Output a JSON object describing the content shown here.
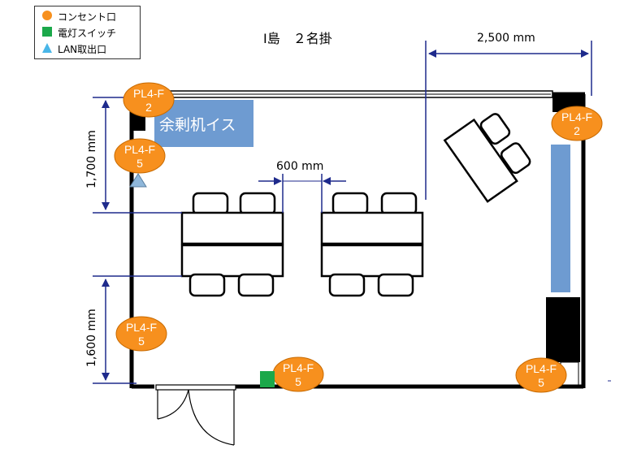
{
  "title": "I島　２名掛",
  "legend": {
    "outlet": "コンセント口",
    "switch": "電灯スイッチ",
    "lan": "LAN取出口"
  },
  "dimensions": {
    "top_width": "2,500 mm",
    "desk_gap": "600 mm",
    "left_upper": "1,700 mm",
    "left_lower": "1,600 mm"
  },
  "surplus_label": "余剰机イス",
  "outlets": {
    "top_left": [
      "PL4-F",
      "2"
    ],
    "left_upper": [
      "PL4-F",
      "5"
    ],
    "top_right": [
      "PL4-F",
      "2"
    ],
    "left_lower": [
      "PL4-F",
      "5"
    ],
    "bottom_center": [
      "PL4-F",
      "5"
    ],
    "bottom_right": [
      "PL4-F",
      "5"
    ]
  },
  "colors": {
    "outlet": "#F7901E",
    "switch": "#1BA84A",
    "lan": "#49B6E8",
    "dimension": "#1E2A8C",
    "furniture_blue": "#6E9BD1",
    "wall": "#000000"
  }
}
